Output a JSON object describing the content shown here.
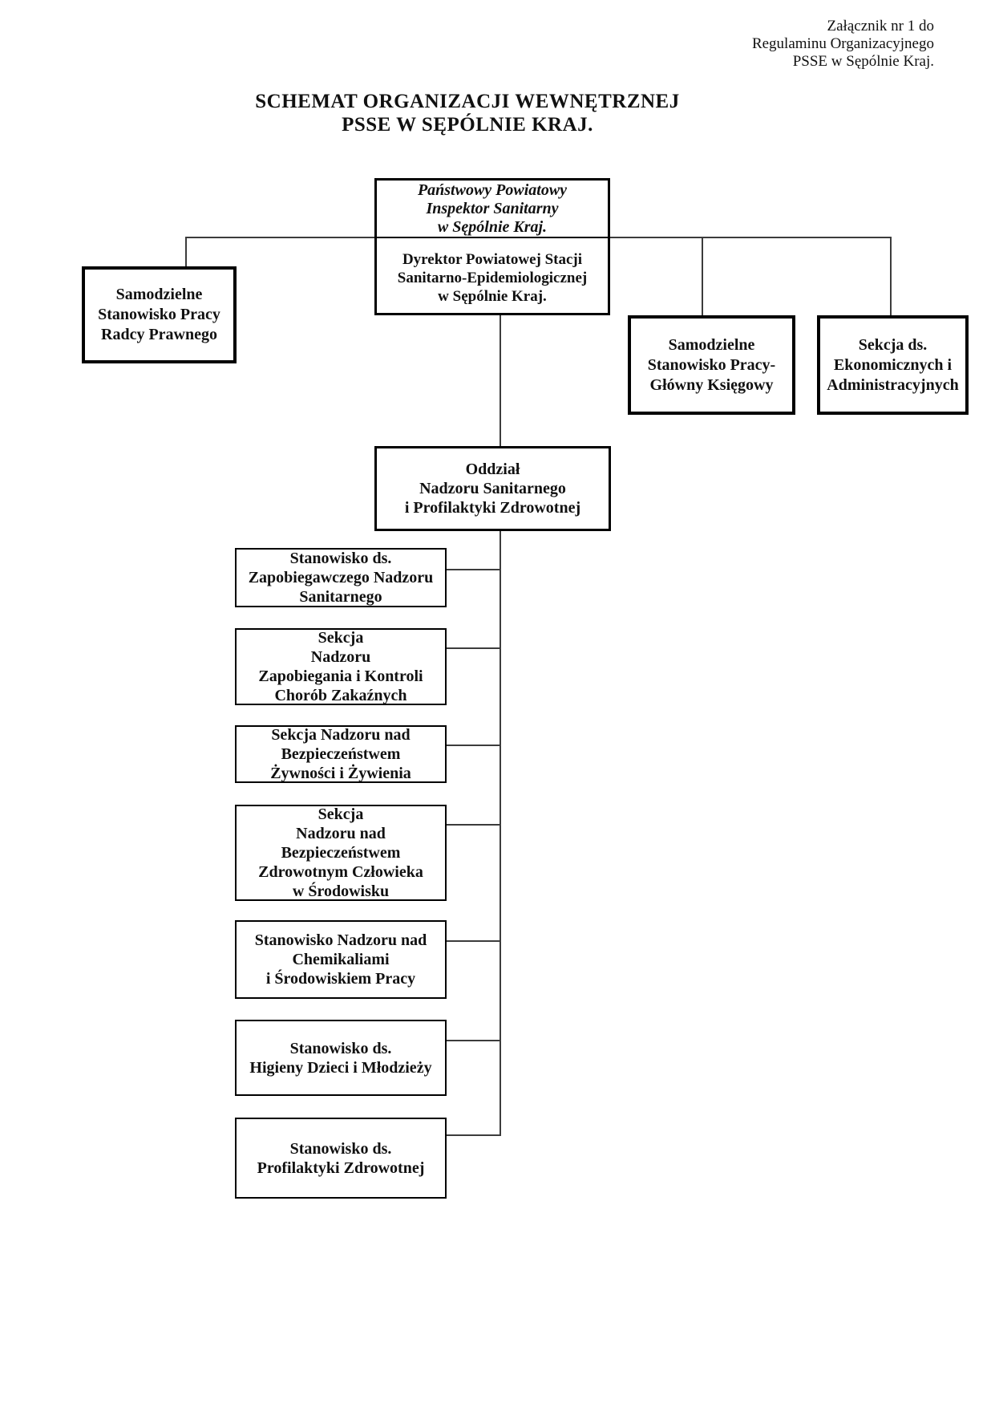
{
  "page": {
    "attachment_note": "Załącznik nr 1 do\nRegulaminu Organizacyjnego\nPSSE w Sępólnie Kraj.",
    "title": "SCHEMAT ORGANIZACJI WEWNĘTRZNEJ\nPSSE W SĘPÓLNIE KRAJ."
  },
  "org_chart": {
    "inspector": "Państwowy Powiatowy\nInspektor Sanitarny\nw Sępólnie Kraj.",
    "director": "Dyrektor Powiatowej Stacji\nSanitarno-Epidemiologicznej\nw Sępólnie Kraj.",
    "legal_counsel": "Samodzielne\nStanowisko Pracy\nRadcy Prawnego",
    "chief_accountant": "Samodzielne\nStanowisko Pracy-\nGłówny Księgowy",
    "econ_admin_section": "Sekcja ds.\nEkonomicznych i\nAdministracyjnych",
    "sanitary_division": "Oddział\nNadzoru Sanitarnego\ni Profilaktyki Zdrowotnej",
    "units": [
      {
        "label": "Stanowisko ds.\nZapobiegawczego Nadzoru\nSanitarnego"
      },
      {
        "label": "Sekcja\nNadzoru\nZapobiegania i Kontroli\nChorób Zakaźnych"
      },
      {
        "label": "Sekcja Nadzoru nad\nBezpieczeństwem\nŻywności i Żywienia"
      },
      {
        "label": "Sekcja\nNadzoru nad\nBezpieczeństwem\nZdrowotnym Człowieka\nw Środowisku"
      },
      {
        "label": "Stanowisko Nadzoru nad\nChemikaliami\ni Środowiskiem Pracy"
      },
      {
        "label": "Stanowisko ds.\nHigieny Dzieci i Młodzieży"
      },
      {
        "label": "Stanowisko ds.\nProfilaktyki Zdrowotnej"
      }
    ]
  }
}
